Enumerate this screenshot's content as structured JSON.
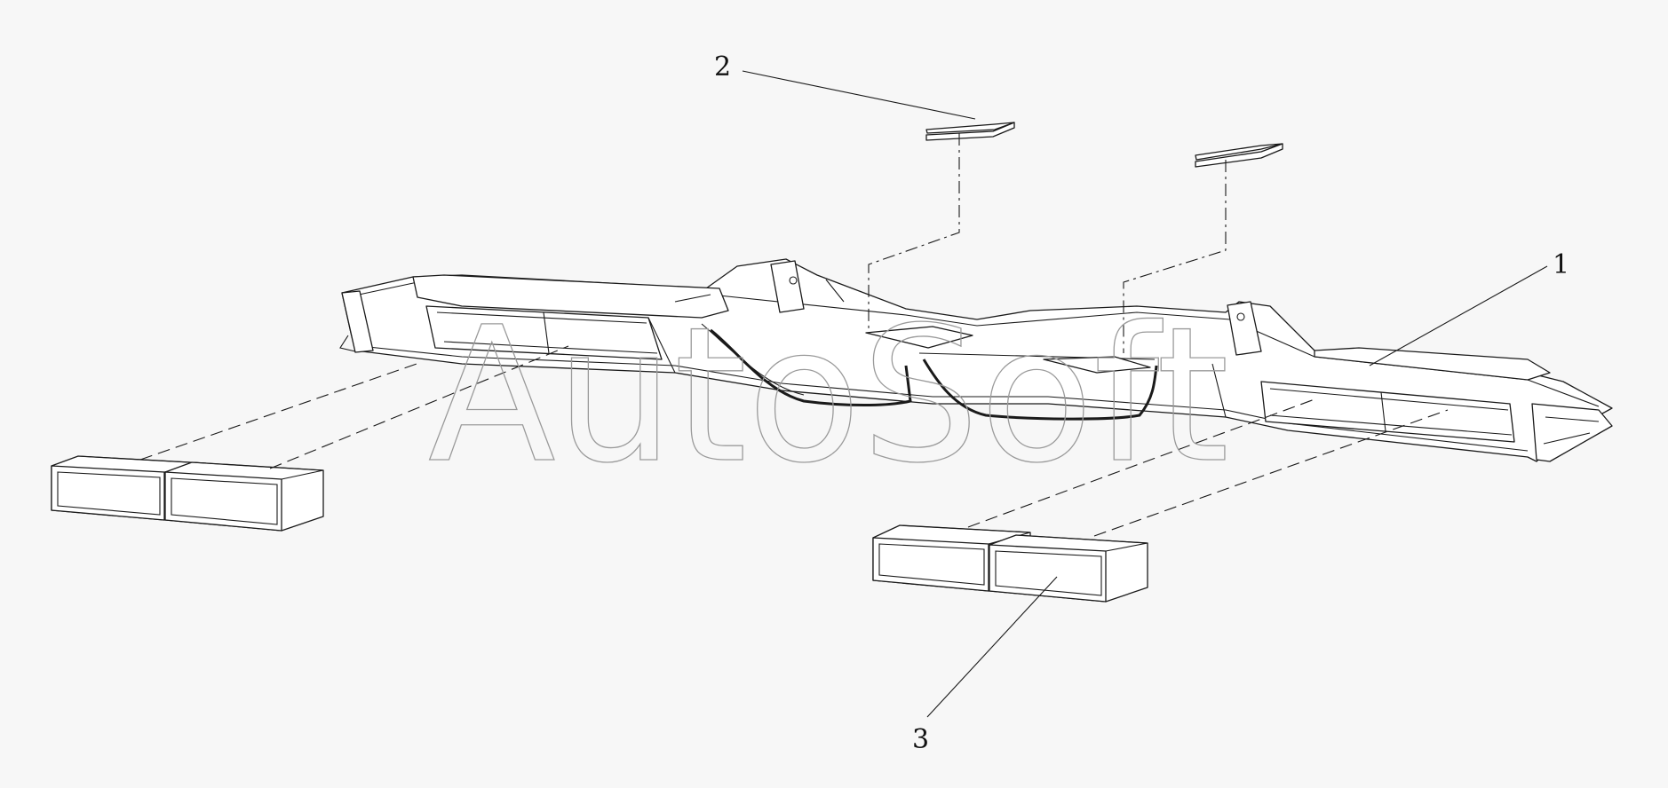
{
  "diagram": {
    "callouts": [
      {
        "id": "1",
        "label": "1"
      },
      {
        "id": "2",
        "label": "2"
      },
      {
        "id": "3",
        "label": "3"
      }
    ],
    "watermark": "AutoSoft"
  }
}
